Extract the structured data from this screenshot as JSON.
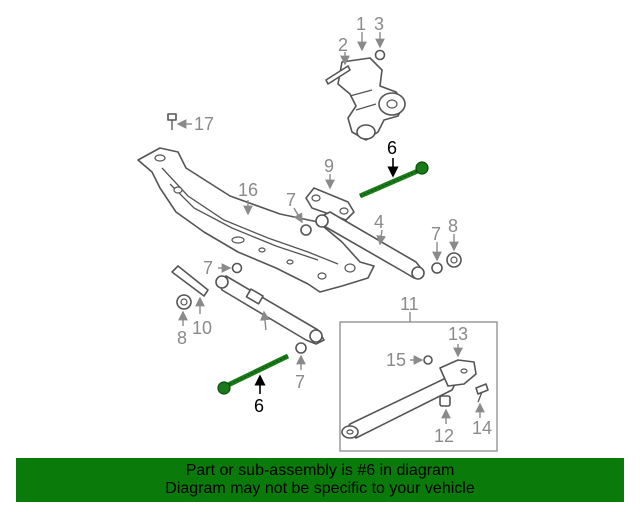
{
  "diagram": {
    "callouts": {
      "c1": "1",
      "c2": "2",
      "c3": "3",
      "c4": "4",
      "c6_top": "6",
      "c6_bottom": "6",
      "c7_a": "7",
      "c7_b": "7",
      "c7_c": "7",
      "c7_d": "7",
      "c8_a": "8",
      "c8_b": "8",
      "c9": "9",
      "c10": "10",
      "c11": "11",
      "c12": "12",
      "c13": "13",
      "c14": "14",
      "c15": "15",
      "c16": "16",
      "c17": "17"
    },
    "highlight_color": "#1a7a1a",
    "highlighted_part": "6"
  },
  "footer": {
    "line1": "Part or sub-assembly is #6 in diagram",
    "line2": "Diagram may not be specific to your vehicle",
    "background": "#0a7a0a"
  }
}
